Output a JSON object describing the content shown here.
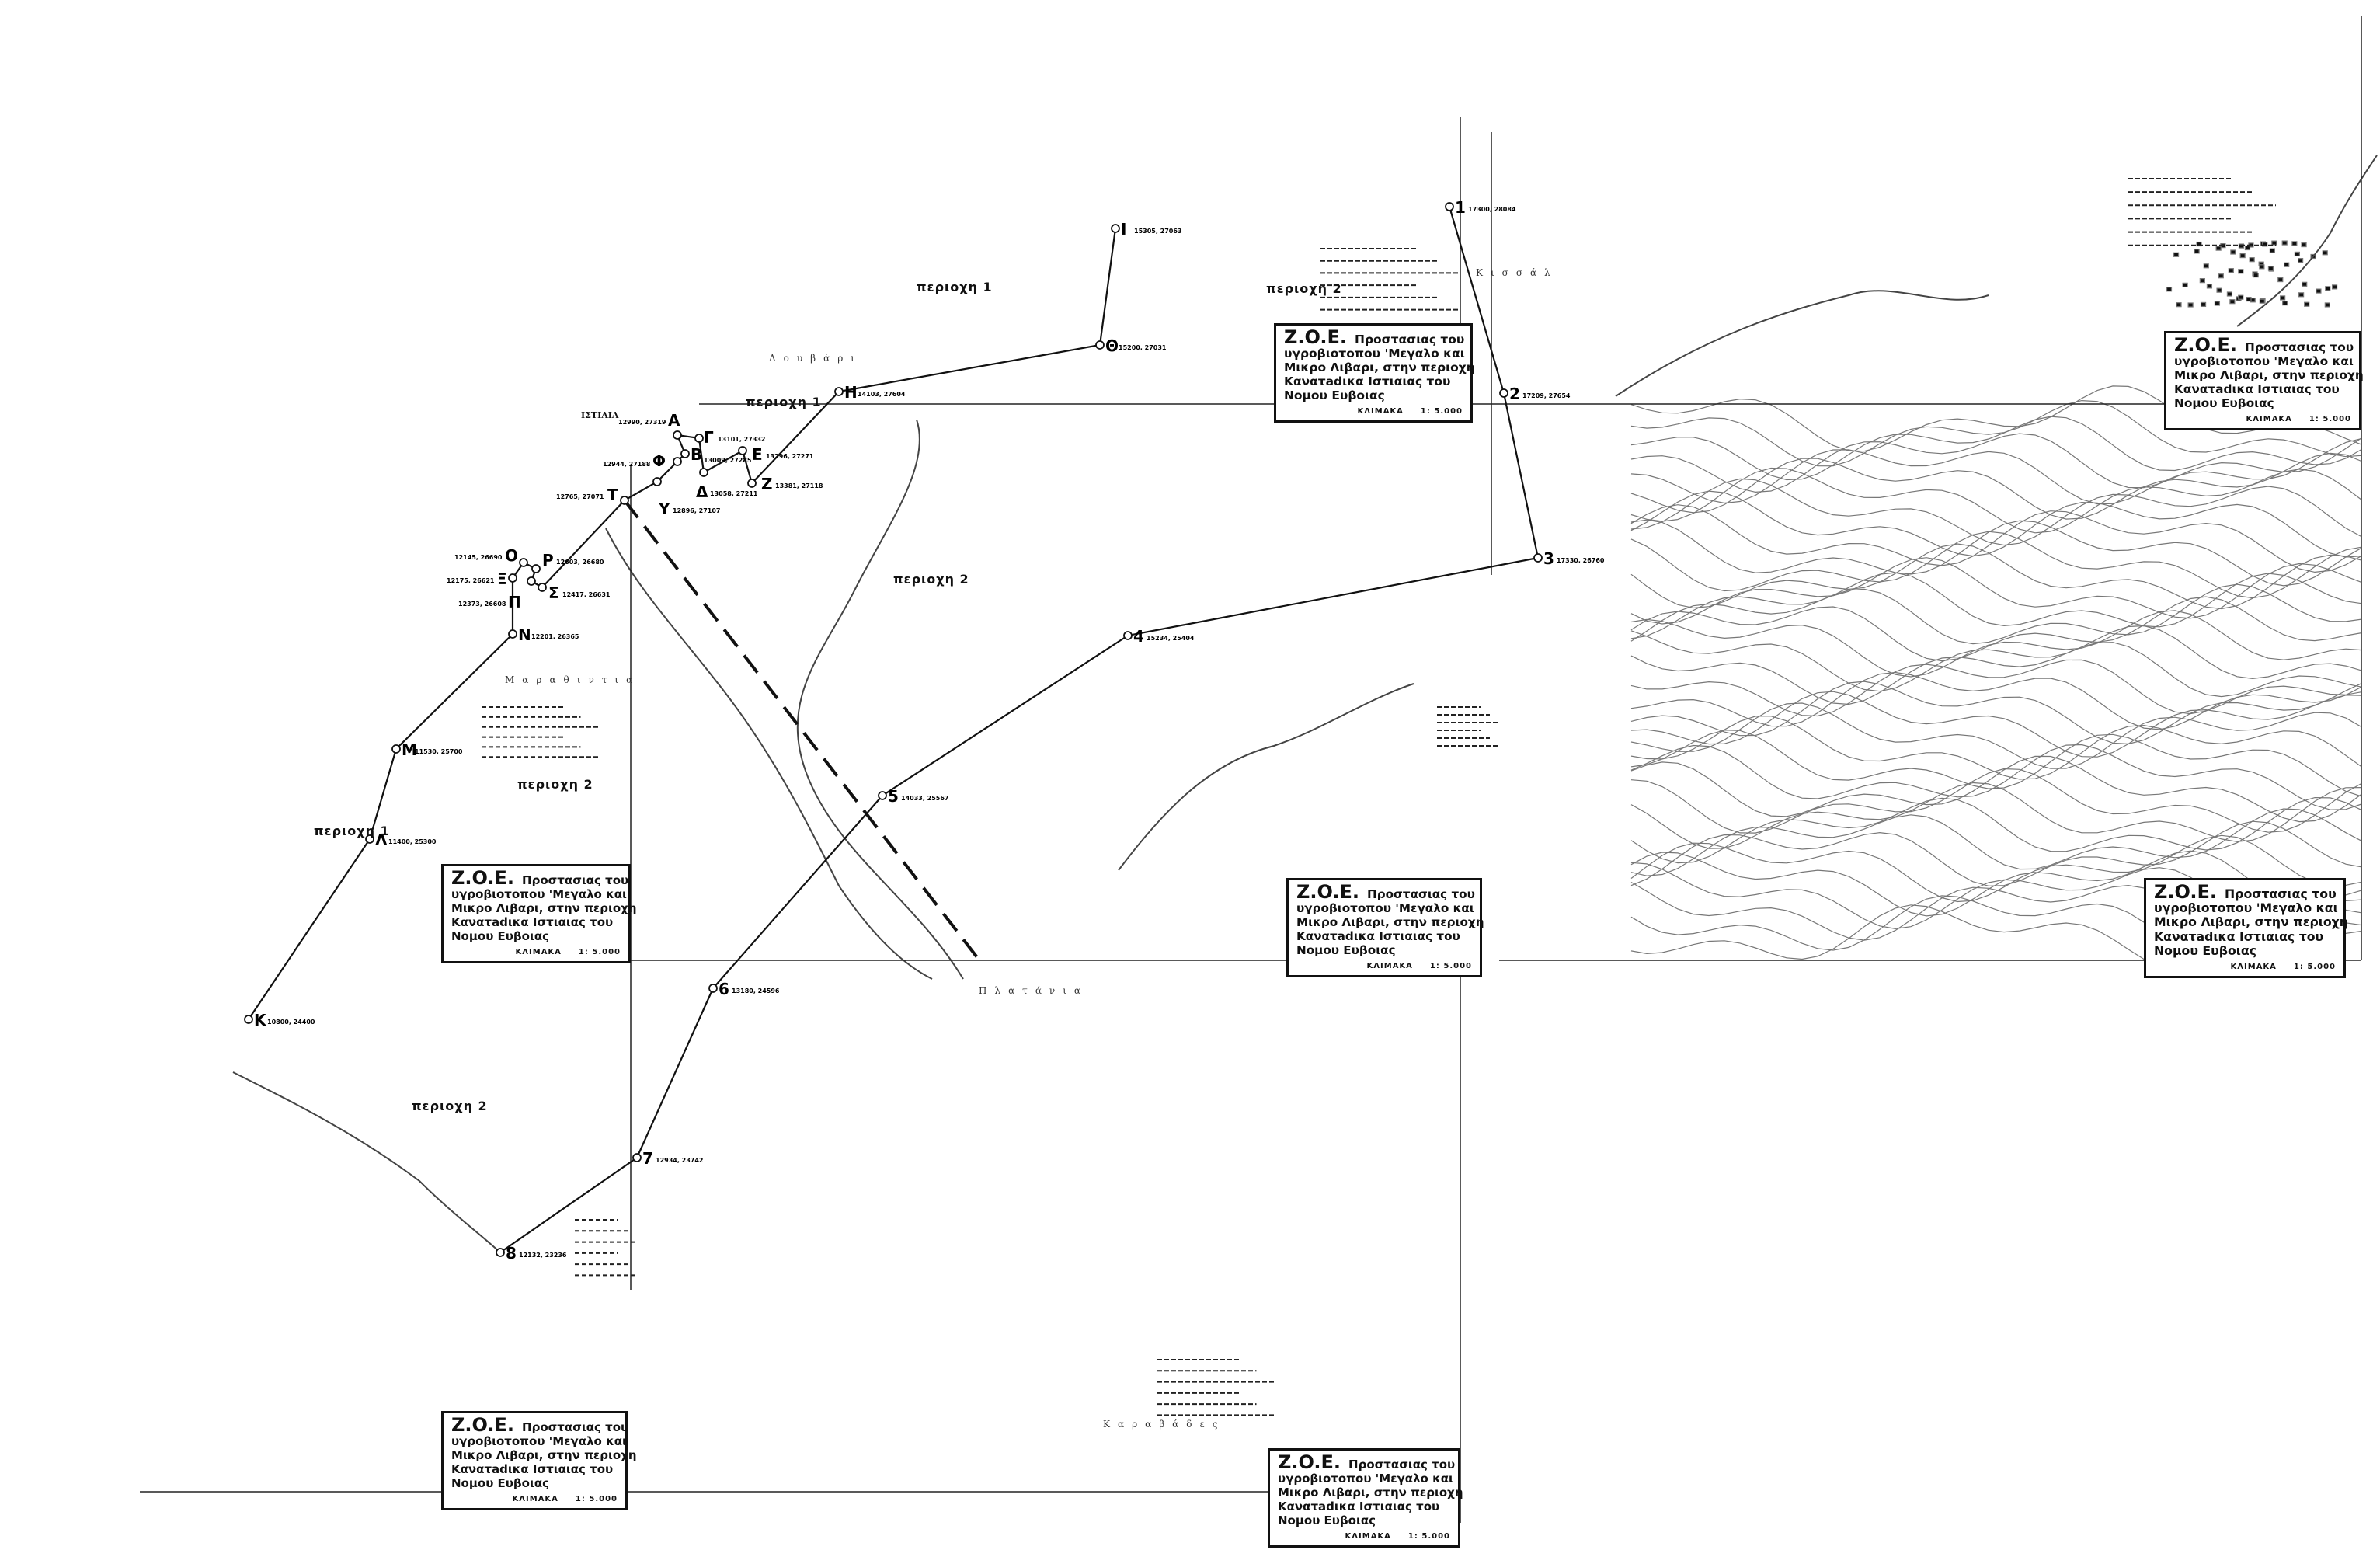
{
  "map": {
    "title_box": {
      "zoe": "Z.O.E.",
      "line1": "Προστασιας του",
      "line2": "υγροβιοτοπου 'Μεγαλο και",
      "line3": "Μικρο Λιβαρι, στην περιοχη",
      "line4": "Κανατadικα Ιστιαιας του",
      "line5": "Νομου Ευβοιας",
      "scale_label": "ΚΛΙΜΑΚΑ",
      "scale_value": "1: 5.000"
    },
    "area_labels": [
      "περιοχη 1",
      "περιοχη 2"
    ],
    "town_label": "ΙΣΤΙΑΙΑ",
    "place_names": [
      "Λουβάρι",
      "Πλατάνια",
      "Καραβάδες",
      "Μαραθιντια",
      "Κισσάλ"
    ],
    "boundary_points": [
      {
        "id": "Α",
        "coords": "12990, 27319"
      },
      {
        "id": "Β",
        "coords": "13009, 27285"
      },
      {
        "id": "Γ",
        "coords": "13101, 27332"
      },
      {
        "id": "Δ",
        "coords": "13058, 27211"
      },
      {
        "id": "Ε",
        "coords": "13296, 27271"
      },
      {
        "id": "Ζ",
        "coords": "13381, 27118"
      },
      {
        "id": "Η",
        "coords": "14103, 27604"
      },
      {
        "id": "Θ",
        "coords": "15200, 27031"
      },
      {
        "id": "Ι",
        "coords": "15305, 27063"
      },
      {
        "id": "Φ",
        "coords": "12944, 27188"
      },
      {
        "id": "Υ",
        "coords": "12896, 27107"
      },
      {
        "id": "Τ",
        "coords": "12765, 27071"
      },
      {
        "id": "Ο",
        "coords": "12145, 26690"
      },
      {
        "id": "Ρ",
        "coords": "12603, 26680"
      },
      {
        "id": "Ξ",
        "coords": "12175, 26621"
      },
      {
        "id": "Π",
        "coords": "12373, 26608"
      },
      {
        "id": "Σ",
        "coords": "12417, 26631"
      },
      {
        "id": "Ν",
        "coords": "12201, 26365"
      },
      {
        "id": "Μ",
        "coords": "11530, 25700"
      },
      {
        "id": "Λ",
        "coords": "11400, 25300"
      },
      {
        "id": "Κ",
        "coords": "10800, 24400"
      },
      {
        "id": "1",
        "coords": "17300, 28084"
      },
      {
        "id": "2",
        "coords": "17209, 27654"
      },
      {
        "id": "3",
        "coords": "17330, 26760"
      },
      {
        "id": "4",
        "coords": "15234, 25404"
      },
      {
        "id": "5",
        "coords": "14033, 25567"
      },
      {
        "id": "6",
        "coords": "13180, 24596"
      },
      {
        "id": "7",
        "coords": "12934, 23742"
      },
      {
        "id": "8",
        "coords": "12132, 23236"
      }
    ],
    "colors": {
      "ink": "#111111",
      "paper": "#ffffff",
      "contour": "#666666"
    }
  }
}
